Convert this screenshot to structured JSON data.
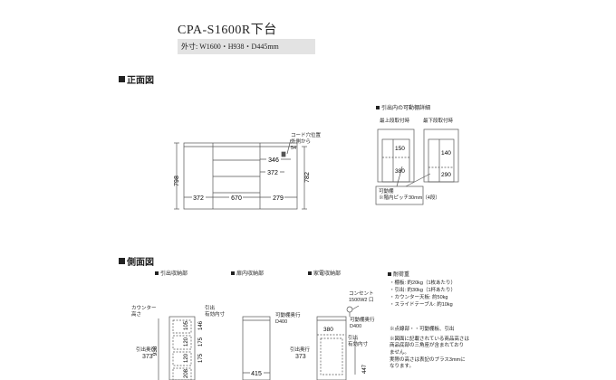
{
  "product": {
    "title": "CPA-S1600R下台",
    "dimensions": "外寸: W1600・H938・D445mm"
  },
  "front_view": {
    "heading": "正面図",
    "dims": {
      "h798": "798",
      "h782": "782",
      "w372_left": "372",
      "w670": "670",
      "w279": "279",
      "w346": "346",
      "w372_right": "372"
    },
    "cord_note": [
      "コード穴位置",
      "外側から",
      "54"
    ]
  },
  "shelf_detail": {
    "heading": "引出内の可動棚詳細",
    "top_label": "最上段取付時",
    "bottom_label": "最下段取付時",
    "left_dims": [
      "150",
      "380"
    ],
    "right_dims": [
      "140",
      "290"
    ],
    "note": [
      "可動棚",
      "※階内ピッチ30mm（4段）"
    ]
  },
  "side_view": {
    "heading": "側面図",
    "sub1": {
      "label": "引出収納部",
      "counter_height": [
        "カウンター",
        "高さ"
      ],
      "drawer_inner": [
        "引出",
        "有効内寸"
      ],
      "total_height": "938",
      "inner_dims": [
        "105",
        "120",
        "120",
        "208"
      ],
      "outer_dims": [
        "146",
        "175",
        "175"
      ],
      "depth_label": "引出奥行",
      "depth": "373"
    },
    "sub2": {
      "label": "扉内収納部",
      "shelf_label": [
        "可動棚奥行",
        "D400"
      ],
      "depth": "415"
    },
    "sub3": {
      "label": "家電収納部",
      "outlet": [
        "コンセント",
        "1500W2 口"
      ],
      "shelf_label": [
        "可動棚奥行",
        "D400"
      ],
      "dim380": "380",
      "drawer_inner": [
        "引出",
        "有効内寸"
      ],
      "height": "447",
      "depth_label": "引出奥行",
      "depth": "373"
    }
  },
  "load_capacity": {
    "heading": "耐荷重",
    "items": [
      "・棚板: 約20kg（1枚あたり）",
      "・引出: 約30kg（1杯あたり）",
      "・カウンター天板: 約50kg",
      "・スライドテーブル: 約10kg"
    ],
    "notes": [
      "※点線部・・可動棚板、引出",
      "※図面に記載されている商品高さは",
      "商品底部の三角座が含まれており",
      "ません。",
      "実際の高さは表記のプラス3mmに",
      "なります。"
    ]
  }
}
